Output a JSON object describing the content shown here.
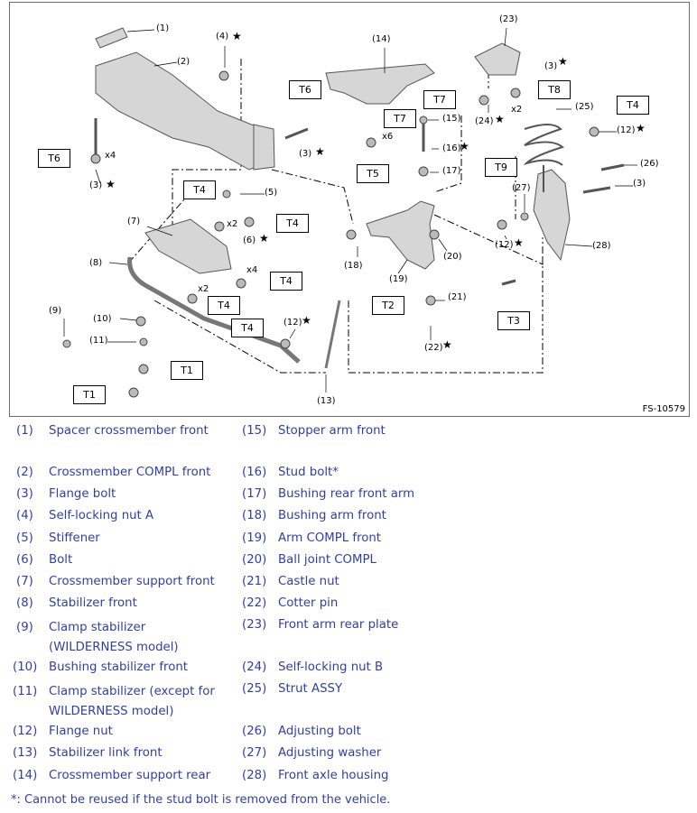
{
  "figure": {
    "id": "FS-10579",
    "callouts": [
      "(1)",
      "(2)",
      "(3)",
      "(4)",
      "(5)",
      "(6)",
      "(7)",
      "(8)",
      "(9)",
      "(10)",
      "(11)",
      "(12)",
      "(13)",
      "(14)",
      "(15)",
      "(16)",
      "(17)",
      "(18)",
      "(19)",
      "(20)",
      "(21)",
      "(22)",
      "(23)",
      "(24)",
      "(25)",
      "(26)",
      "(27)",
      "(28)"
    ],
    "torque_labels": [
      "T1",
      "T2",
      "T3",
      "T4",
      "T5",
      "T6",
      "T7",
      "T8",
      "T9"
    ],
    "qty_marks": [
      "x4",
      "x2",
      "x6"
    ],
    "star": "★"
  },
  "legend": {
    "left": [
      {
        "num": "(1)",
        "text": "Spacer crossmember front"
      },
      {
        "num": "(2)",
        "text": "Crossmember COMPL front"
      },
      {
        "num": "(3)",
        "text": "Flange bolt"
      },
      {
        "num": "(4)",
        "text": "Self-locking nut A"
      },
      {
        "num": "(5)",
        "text": "Stiffener"
      },
      {
        "num": "(6)",
        "text": "Bolt"
      },
      {
        "num": "(7)",
        "text": "Crossmember support front"
      },
      {
        "num": "(8)",
        "text": "Stabilizer front"
      },
      {
        "num": "(9)",
        "text": "Clamp stabilizer (WILDERNESS model)"
      },
      {
        "num": "(10)",
        "text": "Bushing stabilizer front"
      },
      {
        "num": "(11)",
        "text": "Clamp stabilizer (except for WILDERNESS model)"
      },
      {
        "num": "(12)",
        "text": "Flange nut"
      },
      {
        "num": "(13)",
        "text": "Stabilizer link front"
      },
      {
        "num": "(14)",
        "text": "Crossmember support rear"
      }
    ],
    "right": [
      {
        "num": "(15)",
        "text": "Stopper arm front"
      },
      {
        "num": "(16)",
        "text": "Stud bolt*"
      },
      {
        "num": "(17)",
        "text": "Bushing rear front arm"
      },
      {
        "num": "(18)",
        "text": "Bushing arm front"
      },
      {
        "num": "(19)",
        "text": "Arm COMPL front"
      },
      {
        "num": "(20)",
        "text": "Ball joint COMPL"
      },
      {
        "num": "(21)",
        "text": "Castle nut"
      },
      {
        "num": "(22)",
        "text": "Cotter pin"
      },
      {
        "num": "(23)",
        "text": "Front arm rear plate"
      },
      {
        "num": "(24)",
        "text": "Self-locking nut B"
      },
      {
        "num": "(25)",
        "text": "Strut ASSY"
      },
      {
        "num": "(26)",
        "text": "Adjusting bolt"
      },
      {
        "num": "(27)",
        "text": "Adjusting washer"
      },
      {
        "num": "(28)",
        "text": "Front axle housing"
      }
    ]
  },
  "footnote": "*: Cannot be reused if the stud bolt is removed from the vehicle."
}
